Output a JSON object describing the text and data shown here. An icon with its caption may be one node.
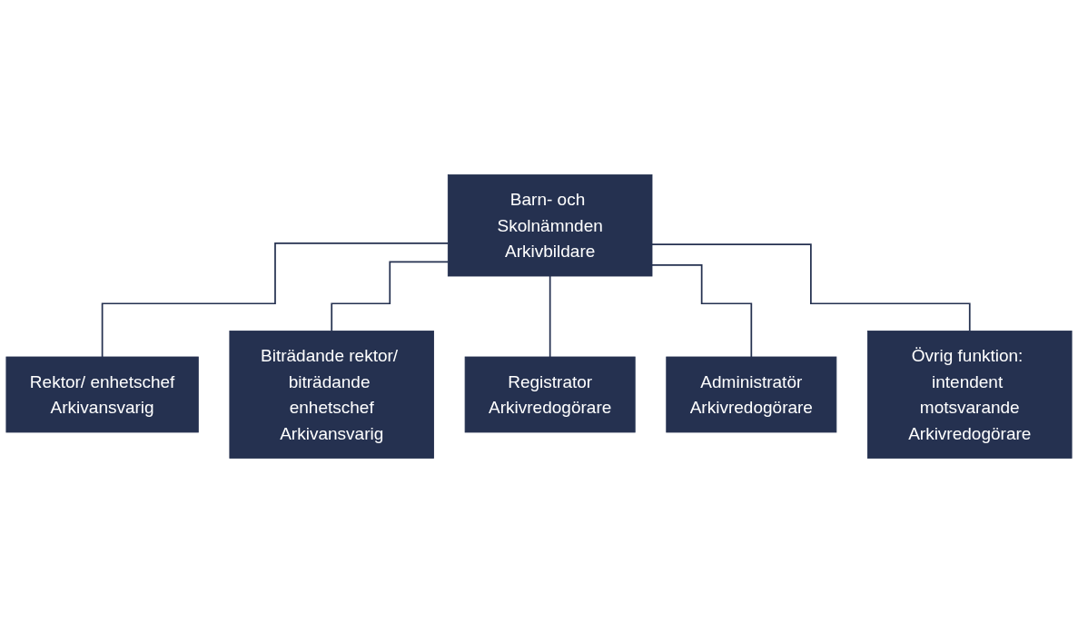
{
  "diagram": {
    "nodes": [
      {
        "text": [
          "Barn- och Skolnämnden",
          "Arkivbildare"
        ]
      },
      {
        "text": [
          "Rektor/ enhetschef",
          "Arkivansvarig"
        ]
      },
      {
        "text": [
          "Biträdande rektor/ biträdande enhetschef",
          "Arkivansvarig"
        ]
      },
      {
        "text": [
          "Registrator",
          "Arkivredogörare"
        ]
      },
      {
        "text": [
          "Administratör",
          "Arkivredogörare"
        ]
      },
      {
        "text": [
          "Övrig funktion: intendent motsvarande",
          "Arkivredogörare"
        ]
      }
    ],
    "edges": [
      {
        "from": 0,
        "to": 1,
        "arrow": "none"
      },
      {
        "from": 0,
        "to": 2,
        "arrow": "none"
      },
      {
        "from": 0,
        "to": 3,
        "arrow": "none"
      },
      {
        "from": 0,
        "to": 4,
        "arrow": "none"
      },
      {
        "from": 0,
        "to": 5,
        "arrow": "none"
      }
    ]
  }
}
